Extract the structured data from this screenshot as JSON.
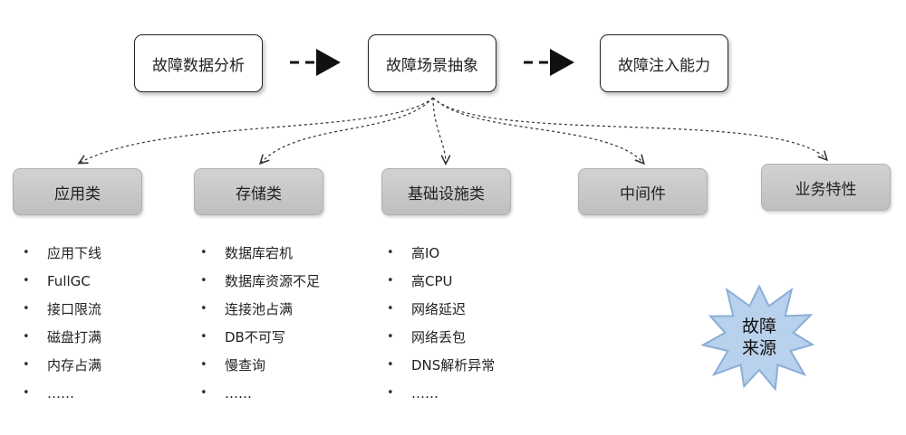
{
  "flow": [
    {
      "id": "analysis",
      "label": "故障数据分析"
    },
    {
      "id": "abstraction",
      "label": "故障场景抽象"
    },
    {
      "id": "injection",
      "label": "故障注入能力"
    }
  ],
  "categories": [
    {
      "id": "app",
      "label": "应用类",
      "items": [
        "应用下线",
        "FullGC",
        "接口限流",
        "磁盘打满",
        "内存占满",
        "……"
      ]
    },
    {
      "id": "storage",
      "label": "存储类",
      "items": [
        "数据库宕机",
        "数据库资源不足",
        "连接池占满",
        "DB不可写",
        "慢查询",
        "……"
      ]
    },
    {
      "id": "infra",
      "label": "基础设施类",
      "items": [
        "高IO",
        "高CPU",
        "网络延迟",
        "网络丢包",
        "DNS解析异常",
        "……"
      ]
    },
    {
      "id": "middleware",
      "label": "中间件",
      "items": []
    },
    {
      "id": "business",
      "label": "业务特性",
      "items": []
    }
  ],
  "star": {
    "line1": "故障",
    "line2": "来源",
    "fill": "#b8d1ec",
    "stroke": "#8aaed6"
  },
  "colors": {
    "category_fill": "#c8c8c8",
    "box_border": "#222222"
  }
}
